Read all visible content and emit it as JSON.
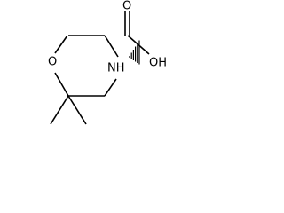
{
  "molecule": {
    "atoms": {
      "ring_oxygen": "O",
      "ring_nitrogen": "NH",
      "hydroxyl": "OH",
      "carbonyl_oxygen": "O"
    },
    "colors": {
      "bond": "#000000",
      "label": "#000000",
      "background": "#ffffff"
    }
  }
}
